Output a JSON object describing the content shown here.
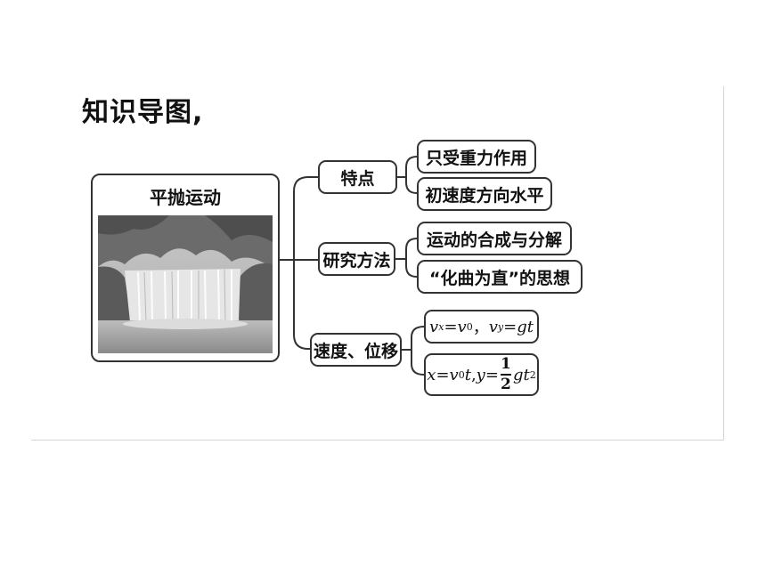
{
  "title": "知识导图,",
  "root": {
    "label": "平抛运动",
    "image": "waterfall-photo"
  },
  "branches": [
    {
      "label": "特点",
      "leaves": [
        "只受重力作用",
        "初速度方向水平"
      ]
    },
    {
      "label": "研究方法",
      "leaves": [
        "运动的合成与分解",
        "“化曲为直”的思想"
      ]
    },
    {
      "label": "速度、位移",
      "formulas": {
        "velocity": {
          "vx_sym": "v",
          "vx_sub": "x",
          "eq": "=",
          "v0_sym": "v",
          "v0_sub": "0",
          "sep": "，",
          "vy_sym": "v",
          "vy_sub": "y",
          "rhs": "gt"
        },
        "displacement": {
          "x": "x",
          "eq": "=",
          "v0_sym": "v",
          "v0_sub": "0",
          "t": "t",
          "comma": ",",
          "y": "y",
          "num": "1",
          "den": "2",
          "g": "g",
          "t2": "t",
          "exp": "2"
        }
      }
    }
  ]
}
